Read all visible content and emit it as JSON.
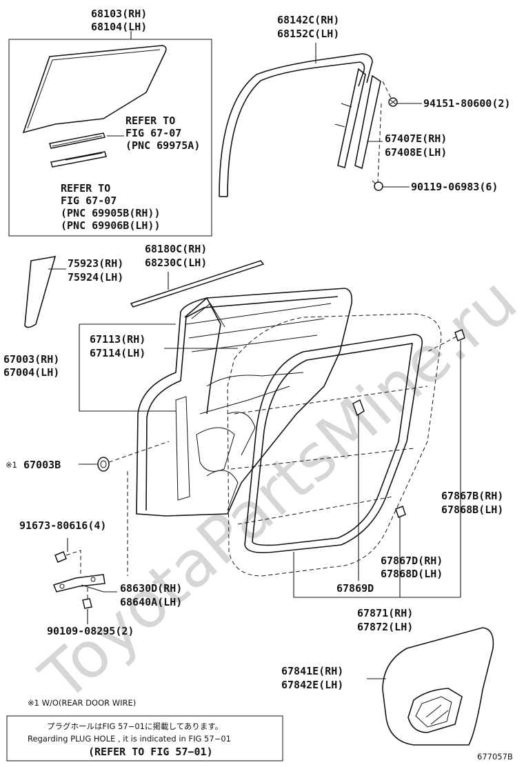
{
  "watermark": "ToyotaPartsMine.ru",
  "labels": {
    "glass_rh": "68103(RH)",
    "glass_lh": "68104(LH)",
    "refer1_a": "REFER TO",
    "refer1_b": "FIG 67-07",
    "refer1_c": "(PNC 69975A)",
    "refer2_a": "REFER TO",
    "refer2_b": "FIG 67-07",
    "refer2_c": "(PNC 69905B(RH))",
    "refer2_d": "(PNC 69906B(LH))",
    "run_rh": "68142C(RH)",
    "run_lh": "68152C(LH)",
    "nut": "94151-80600(2)",
    "sash_rh": "67407E(RH)",
    "sash_lh": "67408E(LH)",
    "bolt": "90119-06983(6)",
    "belt_rh": "68180C(RH)",
    "belt_lh": "68230C(LH)",
    "cover_rh": "75923(RH)",
    "cover_lh": "75924(LH)",
    "weather_rh": "67113(RH)",
    "weather_lh": "67114(LH)",
    "panel_rh": "67003(RH)",
    "panel_lh": "67004(LH)",
    "plug_mark": "※1",
    "plug": "67003B",
    "screw": "91673-80616(4)",
    "hinge_rh": "68630D(RH)",
    "hinge_lh": "68640A(LH)",
    "hinge_bolt": "90109-08295(2)",
    "clip_b_rh": "67867B(RH)",
    "clip_b_lh": "67868B(LH)",
    "clip_d_rh": "67867D(RH)",
    "clip_d_lh": "67868D(LH)",
    "clip": "67869D",
    "seal_rh": "67871(RH)",
    "seal_lh": "67872(LH)",
    "film_rh": "67841E(RH)",
    "film_lh": "67842E(LH)",
    "footnote": "※1 W/O(REAR DOOR WIRE)",
    "box_jp": "プラグホールはFIG 57−01に掲載してあります。",
    "box_en": "Regarding  PLUG  HOLE , it is indicated in  FIG  57−01",
    "box_ref": "(REFER  TO  FIG  57−01)",
    "fig_id": "677057B"
  }
}
